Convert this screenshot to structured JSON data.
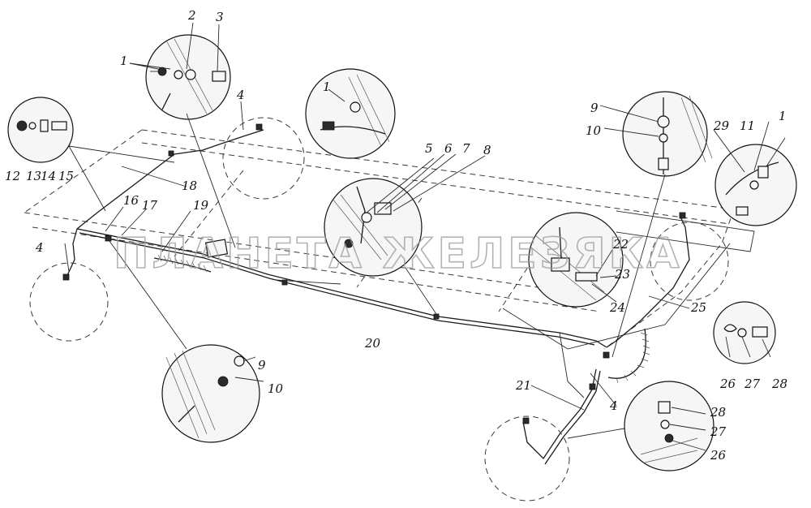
{
  "watermark": "ПЛАНЕТА ЖЕЛЕЗЯКА",
  "callouts": {
    "c1a": "1",
    "c1b": "1",
    "c1c": "1",
    "c2": "2",
    "c3": "3",
    "c4a": "4",
    "c4b": "4",
    "c4c": "4",
    "c5": "5",
    "c6": "6",
    "c7": "7",
    "c8": "8",
    "c9a": "9",
    "c9b": "9",
    "c10a": "10",
    "c10b": "10",
    "c11": "11",
    "c12": "12",
    "c13": "13",
    "c14": "14",
    "c15": "15",
    "c16": "16",
    "c17": "17",
    "c18": "18",
    "c19": "19",
    "c20": "20",
    "c21": "21",
    "c22": "22",
    "c23": "23",
    "c24": "24",
    "c25": "25",
    "c26a": "26",
    "c26b": "26",
    "c27a": "27",
    "c27b": "27",
    "c28a": "28",
    "c28b": "28",
    "c29": "29"
  }
}
